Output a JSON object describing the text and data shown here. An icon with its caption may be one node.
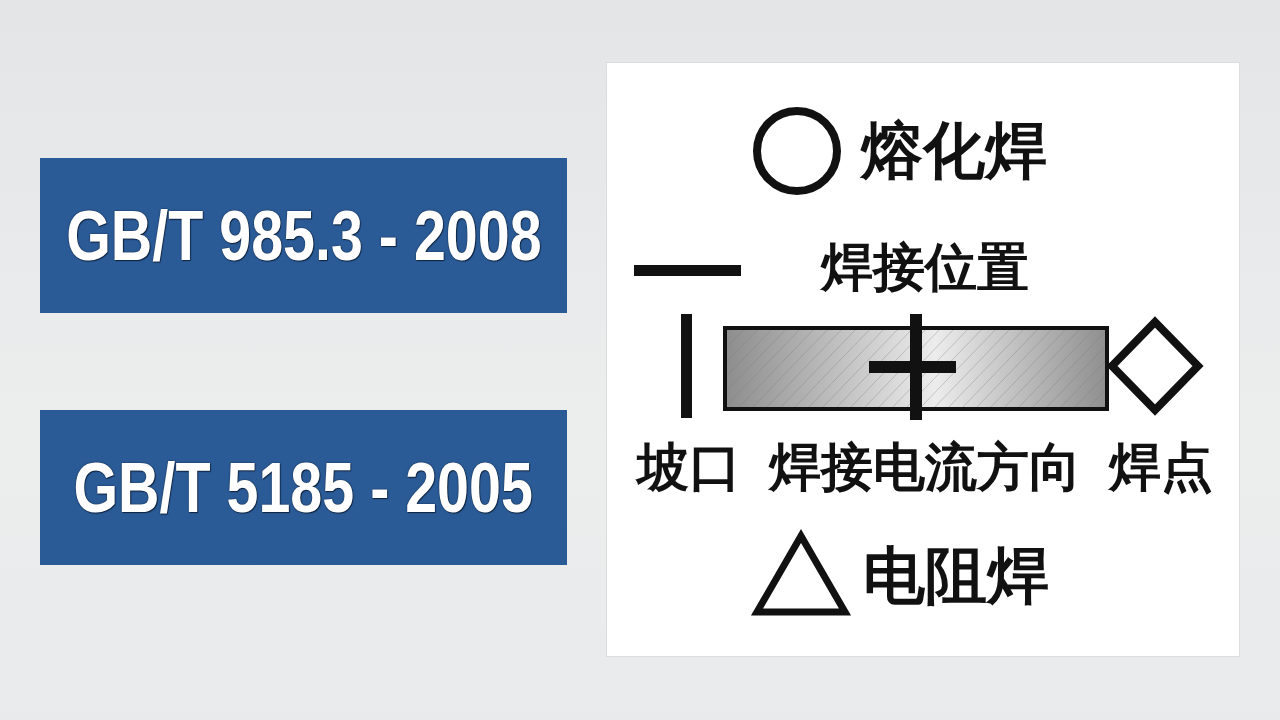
{
  "diagram": {
    "nodes": [
      {
        "text": [
          "GB/T 985.3 - 2008"
        ]
      },
      {
        "text": [
          "GB/T 5185 - 2005"
        ]
      }
    ],
    "labels": [
      "熔化焊",
      "焊接位置",
      "坡口",
      "焊接电流方向",
      "焊点",
      "电阻焊"
    ]
  }
}
